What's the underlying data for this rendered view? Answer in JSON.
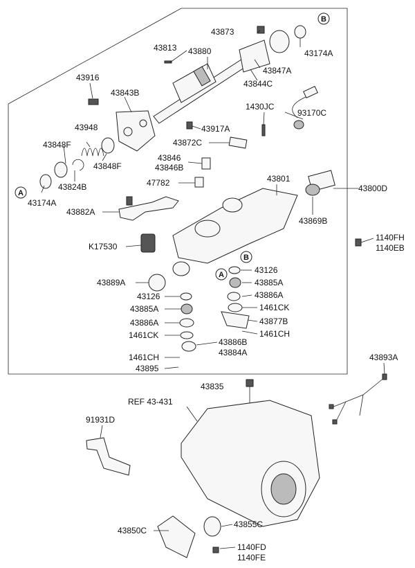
{
  "labels": {
    "p43873": "43873",
    "p43813": "43813",
    "p43880": "43880",
    "p43174A_top": "43174A",
    "p43847A": "43847A",
    "p43844C": "43844C",
    "p43916": "43916",
    "p43843B": "43843B",
    "p1430JC": "1430JC",
    "p93170C": "93170C",
    "p43948": "43948",
    "p43917A": "43917A",
    "p43848F_a": "43848F",
    "p43872C": "43872C",
    "p43846": "43846",
    "p43846B": "43846B",
    "p43824B": "43824B",
    "p43848F_b": "43848F",
    "p43174A_left": "43174A",
    "p47782": "47782",
    "p43801": "43801",
    "p43800D": "43800D",
    "p43882A": "43882A",
    "p43869B": "43869B",
    "pK17530": "K17530",
    "p1140FH": "1140FH",
    "p1140EB": "1140EB",
    "p43126_a": "43126",
    "p43889A": "43889A",
    "p43885A_r": "43885A",
    "p43886A_r": "43886A",
    "p43126_b": "43126",
    "p1461CK_r": "1461CK",
    "p43885A_l": "43885A",
    "p43877B": "43877B",
    "p43886A_l": "43886A",
    "p1461CH_r": "1461CH",
    "p1461CK_l": "1461CK",
    "p43886B": "43886B",
    "p43884A": "43884A",
    "p1461CH_l": "1461CH",
    "p43895": "43895",
    "p43893A": "43893A",
    "p43835": "43835",
    "pREF": "REF 43-431",
    "p91931D": "91931D",
    "p43855C": "43855C",
    "p43850C": "43850C",
    "p1140FD": "1140FD",
    "p1140FE": "1140FE"
  },
  "callouts": {
    "A_left": "A",
    "A_mid": "A",
    "B_top": "B",
    "B_mid": "B"
  },
  "icons": [
    "shift-lever-shaft-icon",
    "boot-icon",
    "bracket-icon",
    "spring-icon",
    "housing-icon",
    "sensor-icon",
    "switch-icon",
    "bolt-icon",
    "seal-icon",
    "transaxle-icon",
    "wiring-harness-icon",
    "mount-bracket-icon"
  ]
}
